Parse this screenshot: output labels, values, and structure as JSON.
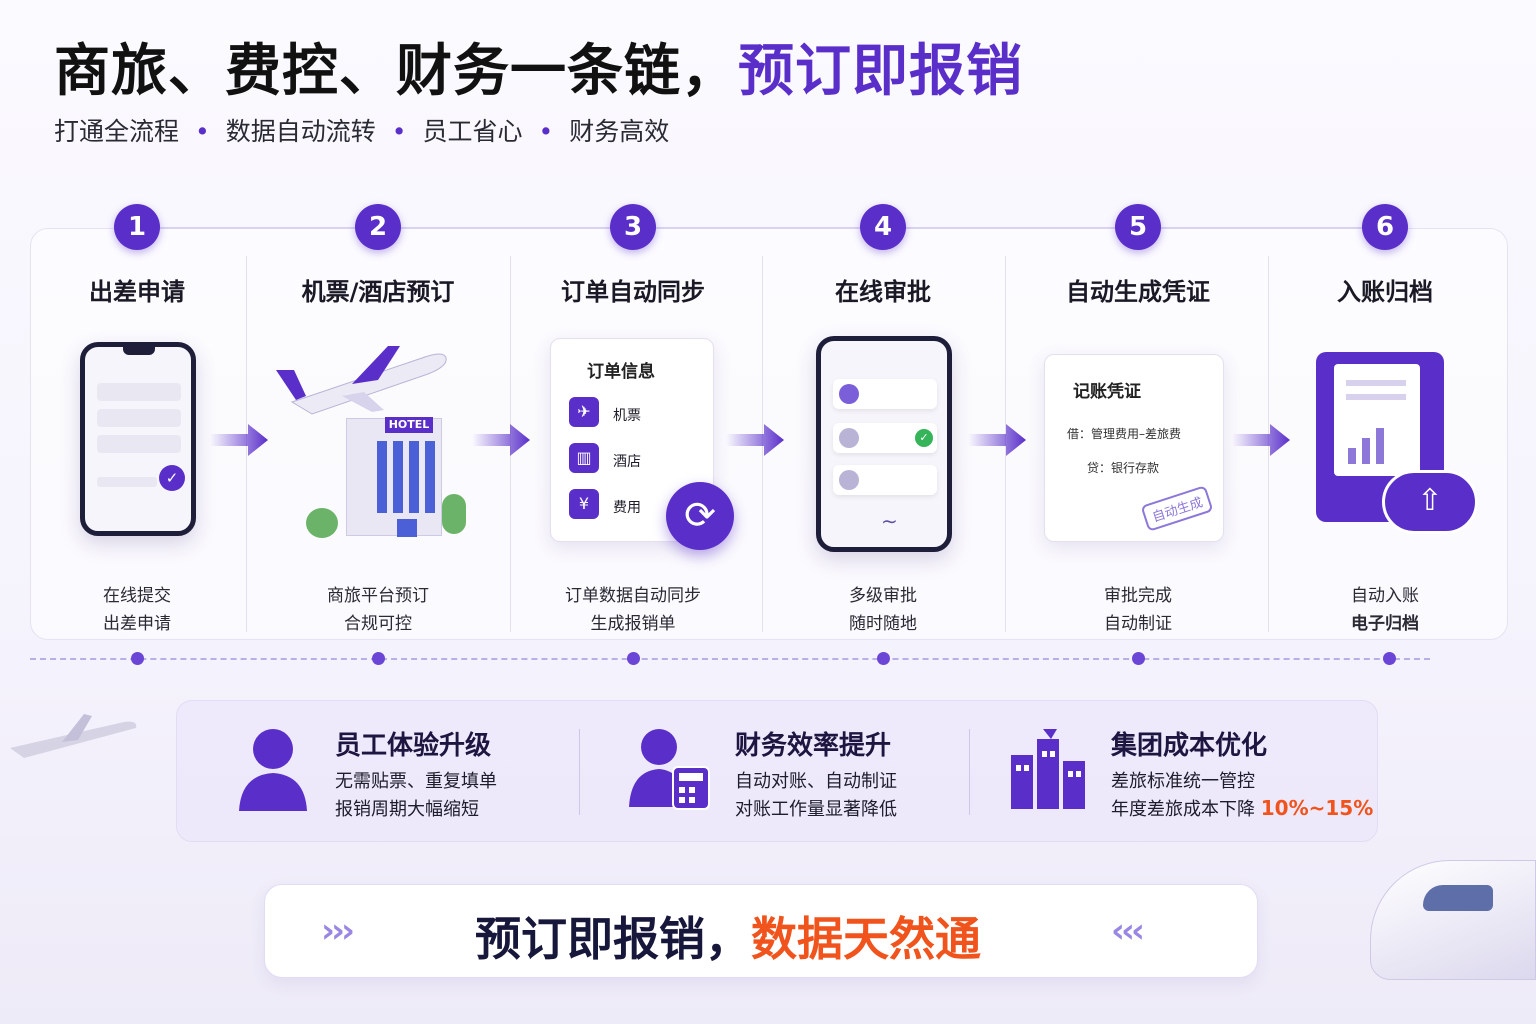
{
  "headline": {
    "main": "商旅、费控、财务一条链，",
    "accent": "预订即报销"
  },
  "subline": {
    "items": [
      "打通全流程",
      "数据自动流转",
      "员工省心",
      "财务高效"
    ],
    "separator": "•"
  },
  "steps": [
    {
      "num": "1",
      "title": "出差申请",
      "desc1": "在线提交",
      "desc2": "出差申请"
    },
    {
      "num": "2",
      "title": "机票/酒店预订",
      "desc1": "商旅平台预订",
      "desc2": "合规可控"
    },
    {
      "num": "3",
      "title": "订单自动同步",
      "desc1": "订单数据自动同步",
      "desc2": "生成报销单"
    },
    {
      "num": "4",
      "title": "在线审批",
      "desc1": "多级审批",
      "desc2": "随时随地"
    },
    {
      "num": "5",
      "title": "自动生成凭证",
      "desc1": "审批完成",
      "desc2": "自动制证"
    },
    {
      "num": "6",
      "title": "入账归档",
      "desc1": "自动入账",
      "desc2": "电子归档"
    }
  ],
  "hotel_sign": "HOTEL",
  "order_card": {
    "title": "订单信息",
    "items": [
      "机票",
      "酒店",
      "费用"
    ],
    "icons": [
      "plane-icon",
      "building-icon",
      "yen-icon"
    ]
  },
  "voucher_card": {
    "title": "记账凭证",
    "debit": "借：管理费用–差旅费",
    "credit": "贷：银行存款",
    "stamp": "自动生成"
  },
  "benefits": [
    {
      "title": "员工体验升级",
      "l1": "无需贴票、重复填单",
      "l2": "报销周期大幅缩短",
      "icon": "person-icon"
    },
    {
      "title": "财务效率提升",
      "l1": "自动对账、自动制证",
      "l2": "对账工作量显著降低",
      "icon": "finance-person-calculator-icon"
    },
    {
      "title": "集团成本优化",
      "l1": "差旅标准统一管控",
      "l2_prefix": "年度差旅成本下降 ",
      "l2_highlight": "10%~15%",
      "icon": "city-buildings-icon"
    }
  ],
  "slogan": {
    "main": "预订即报销，",
    "accent": "数据天然通",
    "left_chevrons": "›››",
    "right_chevrons": "‹‹‹"
  },
  "colors": {
    "primary": "#5a2fc9",
    "orange": "#f0531c",
    "dark": "#17163b"
  }
}
